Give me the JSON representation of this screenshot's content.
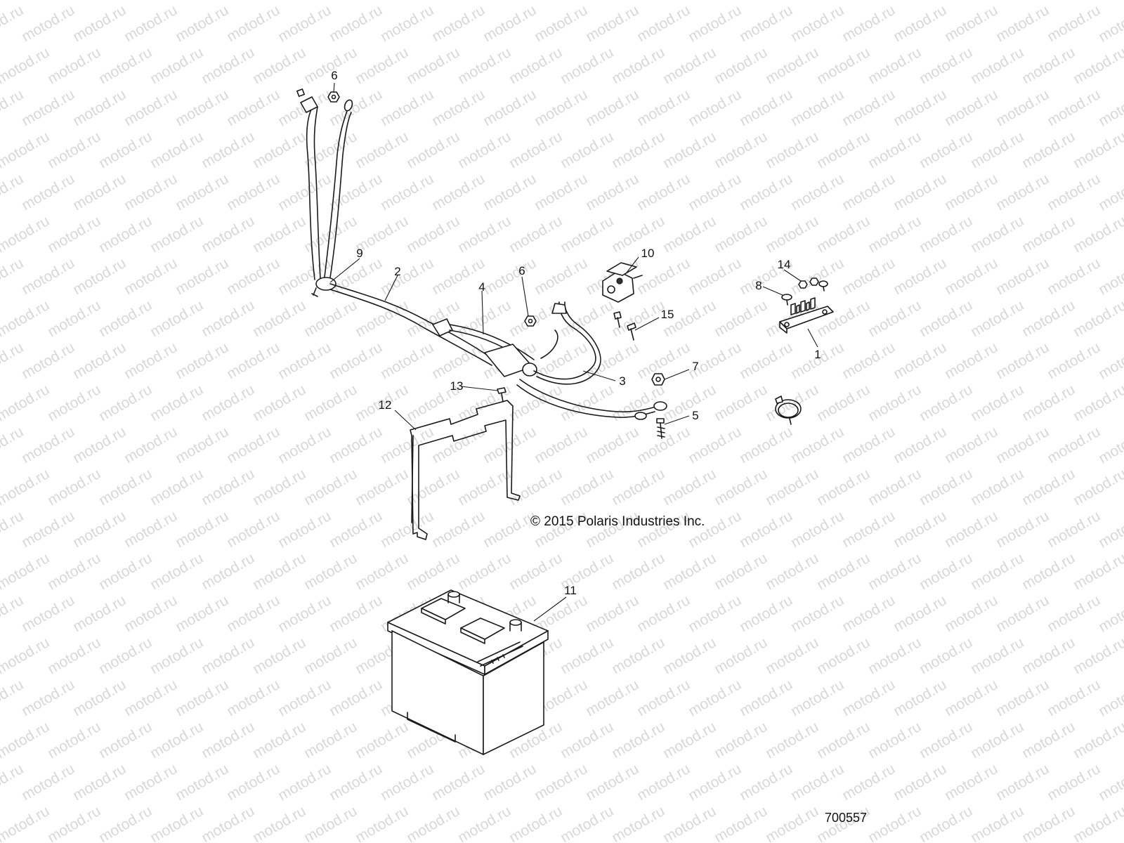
{
  "watermark": {
    "text": "motod.ru"
  },
  "copyright": "© 2015 Polaris Industries Inc.",
  "document_number": "700557",
  "callouts": [
    {
      "id": "c1",
      "label": "1"
    },
    {
      "id": "c2",
      "label": "2"
    },
    {
      "id": "c3",
      "label": "3"
    },
    {
      "id": "c4",
      "label": "4"
    },
    {
      "id": "c5",
      "label": "5"
    },
    {
      "id": "c6a",
      "label": "6"
    },
    {
      "id": "c6b",
      "label": "6"
    },
    {
      "id": "c7",
      "label": "7"
    },
    {
      "id": "c8",
      "label": "8"
    },
    {
      "id": "c9",
      "label": "9"
    },
    {
      "id": "c10",
      "label": "10"
    },
    {
      "id": "c11",
      "label": "11"
    },
    {
      "id": "c12",
      "label": "12"
    },
    {
      "id": "c13",
      "label": "13"
    },
    {
      "id": "c14",
      "label": "14"
    },
    {
      "id": "c15",
      "label": "15"
    }
  ]
}
